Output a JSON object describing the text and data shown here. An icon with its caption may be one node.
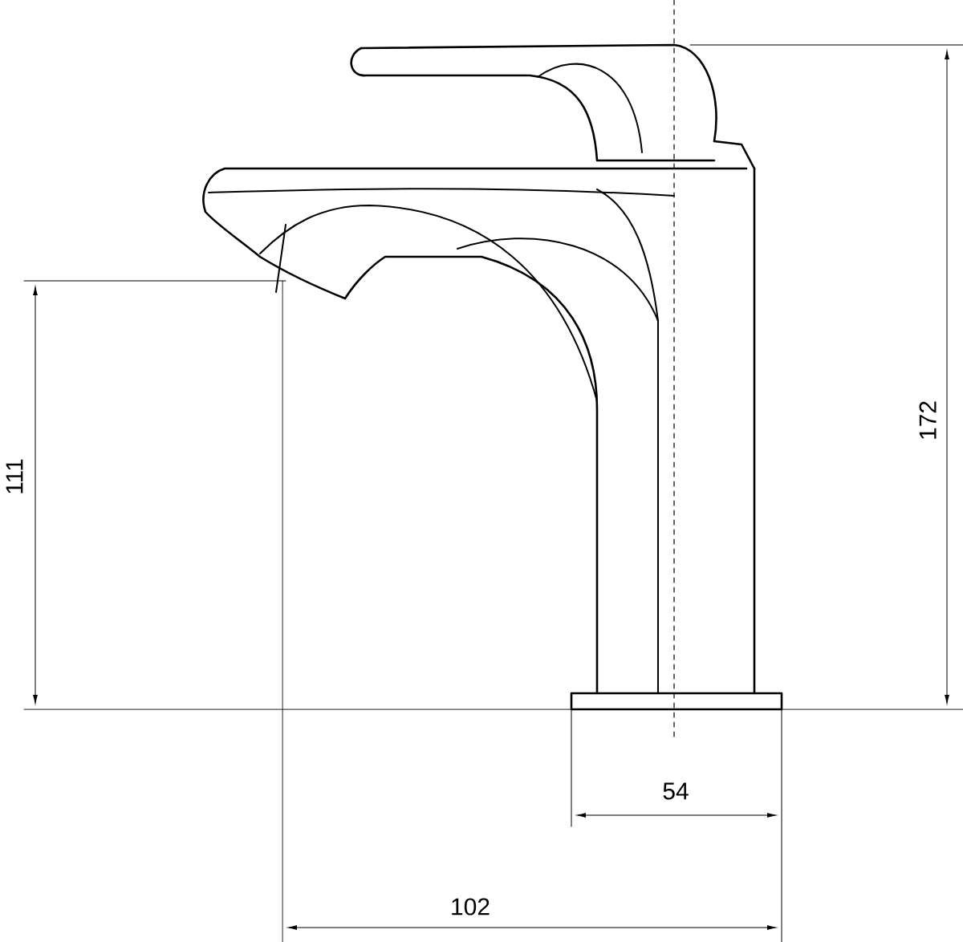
{
  "diagram": {
    "labels": [
      "111",
      "172",
      "54",
      "102"
    ]
  }
}
